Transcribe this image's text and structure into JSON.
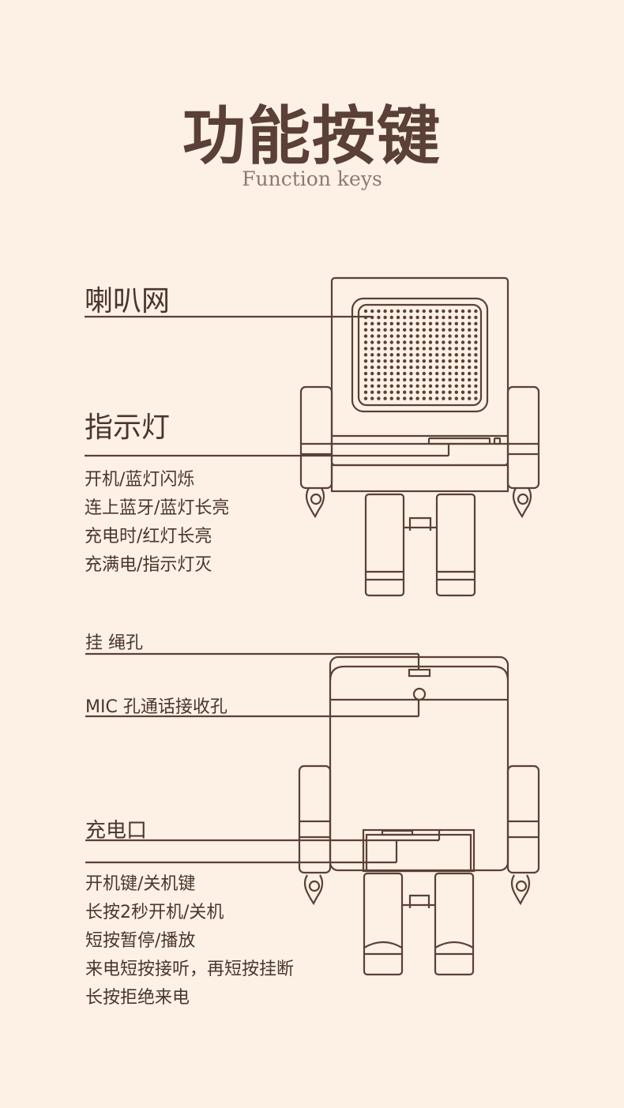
{
  "header": {
    "title": "功能按键",
    "subtitle": "Function keys"
  },
  "front": {
    "speaker_label": "喇叭网",
    "indicator_label": "指示灯",
    "indicator_desc": [
      "开机/蓝灯闪烁",
      "连上蓝牙/蓝灯长亮",
      "充电时/红灯长亮",
      "充满电/指示灯灭"
    ]
  },
  "back": {
    "lanyard_label": "挂 绳孔",
    "mic_label": "MIC 孔通话接收孔",
    "charge_label": "充电口",
    "power_desc": [
      "开机键/关机键",
      "长按2秒开机/关机",
      "短按暂停/播放",
      "来电短按接听，再短按挂断",
      "长按拒绝来电"
    ]
  },
  "colors": {
    "background": "#fdf0e4",
    "line": "#5a4036",
    "text": "#4a3530"
  }
}
